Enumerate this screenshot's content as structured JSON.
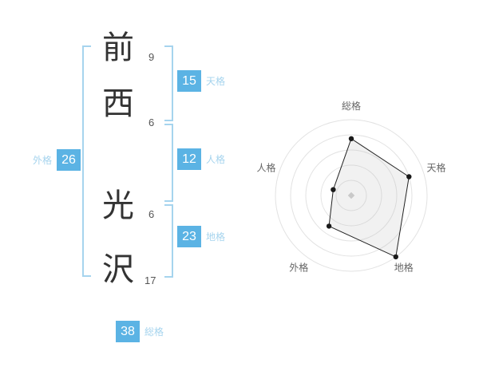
{
  "name_analysis": {
    "characters": [
      {
        "char": "前",
        "strokes": "9"
      },
      {
        "char": "西",
        "strokes": "6"
      },
      {
        "char": "光",
        "strokes": "6"
      },
      {
        "char": "沢",
        "strokes": "17"
      }
    ],
    "kaku": {
      "tenkaku": {
        "value": "15",
        "label": "天格"
      },
      "jinkaku": {
        "value": "12",
        "label": "人格"
      },
      "chikaku": {
        "value": "23",
        "label": "地格"
      },
      "gaikaku": {
        "value": "26",
        "label": "外格"
      },
      "soukaku": {
        "value": "38",
        "label": "総格"
      }
    }
  },
  "colors": {
    "badge_background": "#5bb3e4",
    "accent_light_blue": "#a6d4ee",
    "ring_gray": "#e2e2e2",
    "chart_line": "#222222"
  },
  "chart_data": {
    "type": "radar",
    "axes": [
      "総格",
      "天格",
      "地格",
      "外格",
      "人格"
    ],
    "values": [
      75,
      80,
      100,
      50,
      25
    ],
    "value_range": [
      0,
      100
    ],
    "rings": 5,
    "grid": "circular",
    "legend": "none",
    "title": ""
  }
}
